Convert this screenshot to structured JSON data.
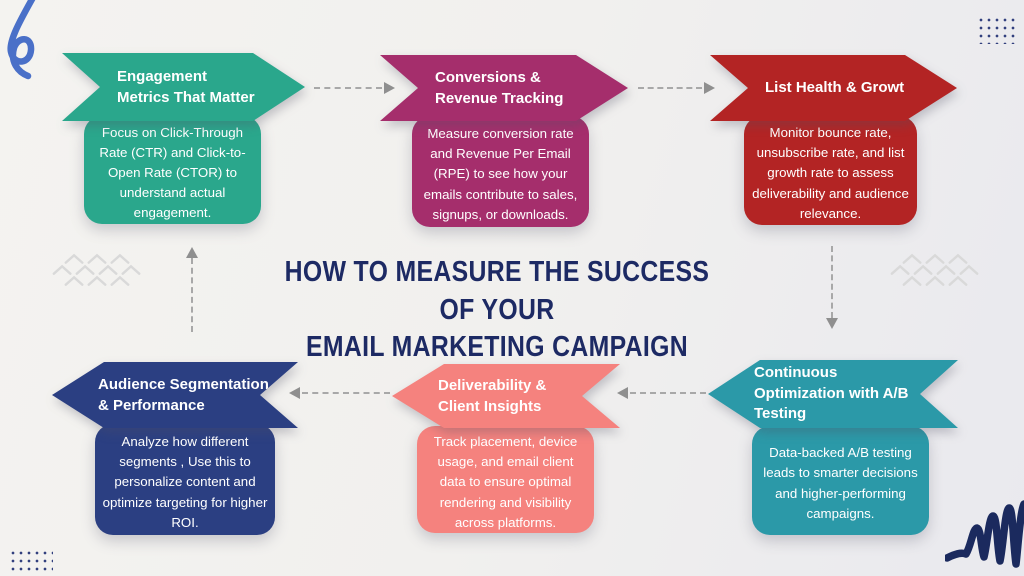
{
  "title": {
    "line1": "HOW TO MEASURE THE SUCCESS OF YOUR",
    "line2": "EMAIL MARKETING CAMPAIGN",
    "color": "#1d2a64"
  },
  "background_color": "#f1f0ee",
  "connector_color": "#a8a8a8",
  "steps": [
    {
      "name": "engagement-metrics",
      "color": "#2aa78c",
      "title": "Engagement\nMetrics That Matter",
      "body": "Focus on Click-Through Rate (CTR) and Click-to-Open Rate (CTOR) to understand actual engagement."
    },
    {
      "name": "conversions-revenue",
      "color": "#a52e6c",
      "title": "Conversions &\nRevenue Tracking",
      "body": "Measure conversion rate and Revenue Per Email (RPE) to see how your emails contribute to sales, signups, or downloads."
    },
    {
      "name": "list-health-growth",
      "color": "#b32424",
      "title": "List Health & Growt",
      "body": "Monitor bounce rate, unsubscribe rate, and list growth rate to assess deliverability and audience relevance."
    },
    {
      "name": "audience-segmentation",
      "color": "#2b3f82",
      "title": "Audience Segmentation\n& Performance",
      "body": "Analyze how different segments , Use this to personalize content and optimize targeting for higher ROI."
    },
    {
      "name": "deliverability-client-insights",
      "color": "#f5827e",
      "title": "Deliverability &\nClient Insights",
      "body": "Track placement, device usage, and email client data to ensure optimal rendering and visibility across platforms."
    },
    {
      "name": "continuous-optimization",
      "color": "#2b99a8",
      "title": "Continuous\nOptimization with A/B\nTesting",
      "body": "Data-backed A/B testing leads to smarter decisions and higher-performing campaigns."
    }
  ],
  "decorations": {
    "dot_grid_color": "#32407e",
    "chevron_color": "#d9d9d9",
    "squiggle_color": "#4a70c8",
    "scribble_color": "#1b2a5e"
  }
}
